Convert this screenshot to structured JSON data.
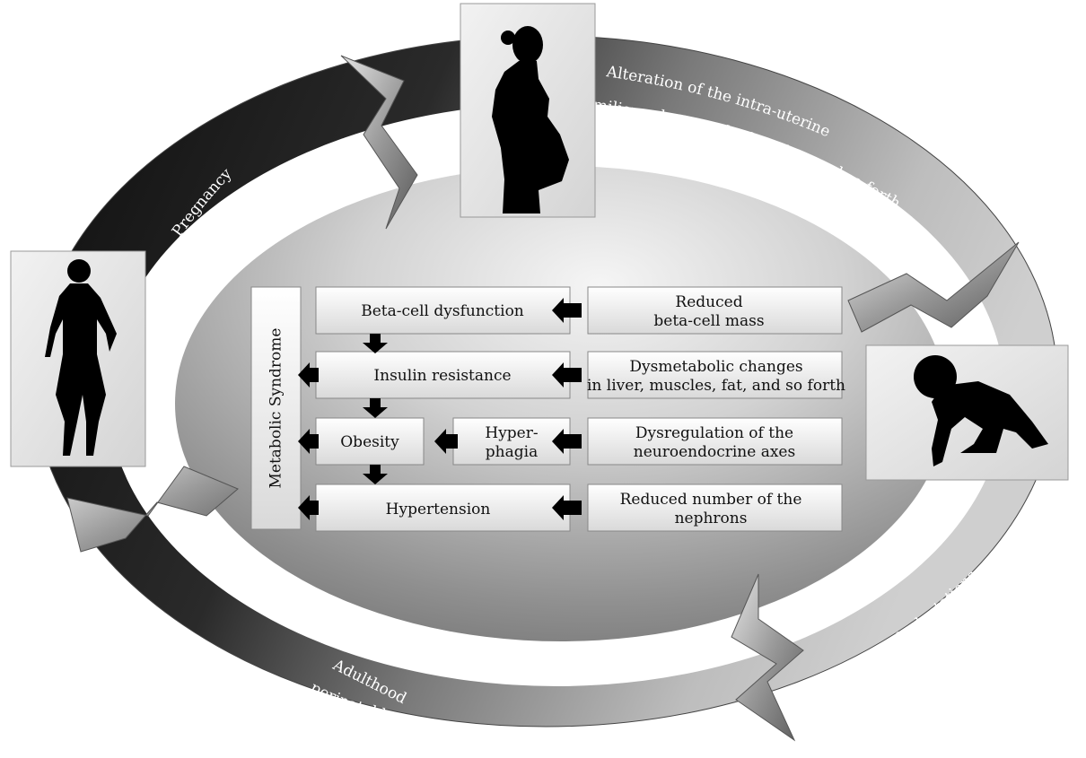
{
  "cycle": {
    "pregnancy": "Pregnancy",
    "intrauterine": [
      "Alteration of the intra-uterine",
      "milieu, placenta dysfunction, and so forth"
    ],
    "postnatal": "Postnatal adaptations",
    "adulthood": [
      "Adulthood",
      "perinatal health"
    ]
  },
  "figures": {
    "woman": "woman-silhouette",
    "pregnant": "pregnant-woman-silhouette",
    "infant": "crawling-infant-silhouette"
  },
  "syndrome": {
    "label": "Metabolic Syndrome",
    "components": {
      "beta_cell": "Beta-cell dysfunction",
      "insulin": "Insulin resistance",
      "obesity": "Obesity",
      "hyperphagia": [
        "Hyper-",
        "phagia"
      ],
      "hypertension": "Hypertension"
    },
    "causes": {
      "reduced_beta": [
        "Reduced",
        "beta-cell mass"
      ],
      "dysmetabolic": [
        "Dysmetabolic changes",
        "in liver, muscles, fat, and so forth"
      ],
      "dysregulation": [
        "Dysregulation of the",
        "neuroendocrine axes"
      ],
      "nephrons": [
        "Reduced number of the",
        "nephrons"
      ]
    }
  }
}
